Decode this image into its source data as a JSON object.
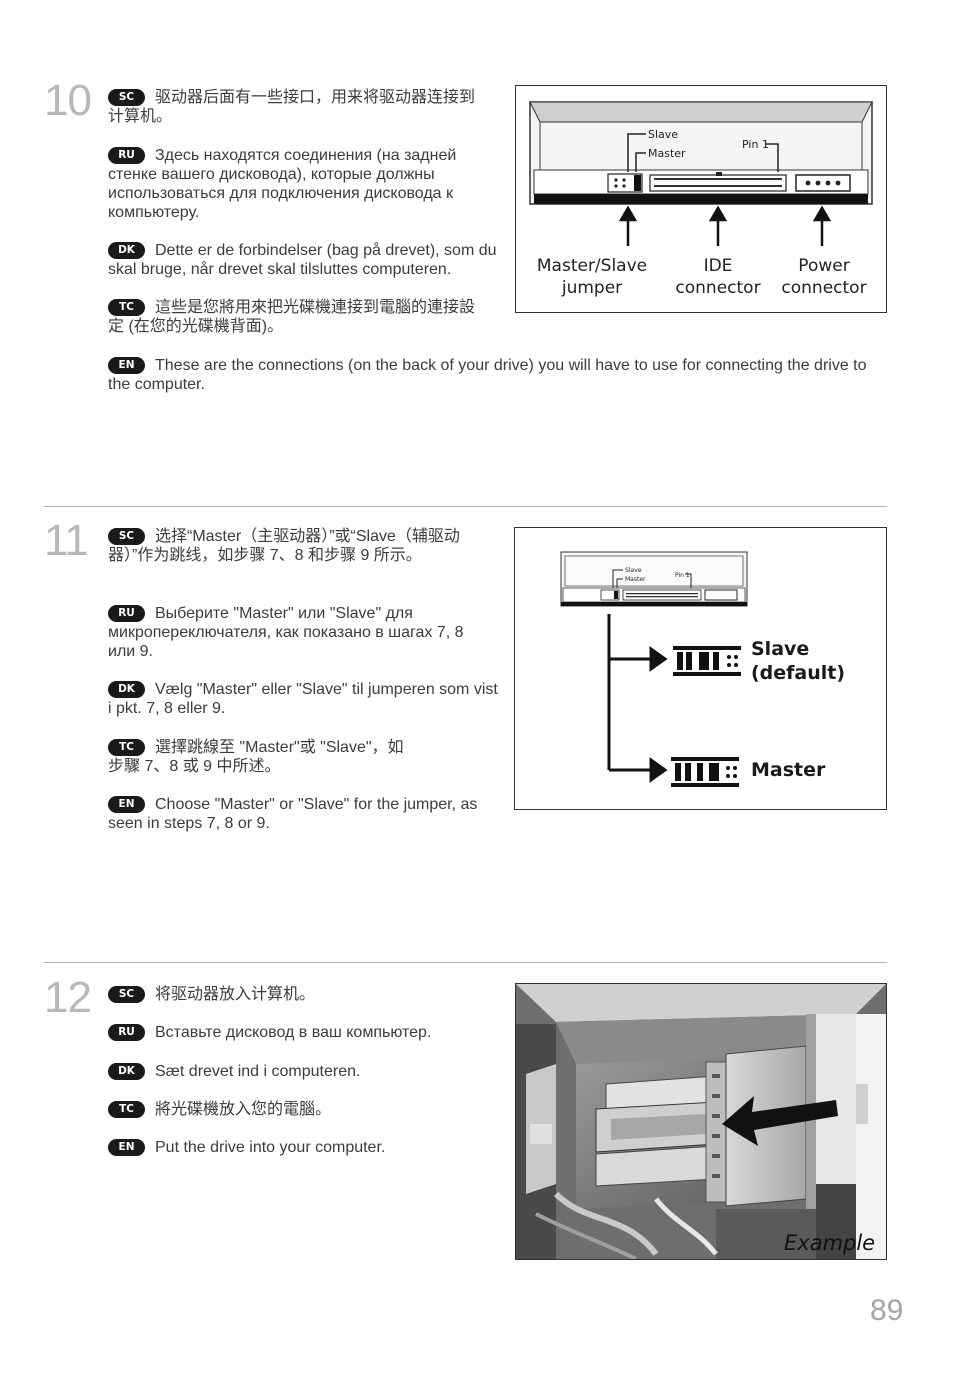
{
  "steps": [
    {
      "number": "10",
      "paras": [
        {
          "badge": "SC",
          "text": "驱动器后面有一些接口，用来将驱动器连接到计算机。"
        },
        {
          "badge": "RU",
          "text": "Здесь находятся соединения (на задней стенке вашего дисковода), которые должны использоваться для подключения дисковода к компьютеру."
        },
        {
          "badge": "DK",
          "text": "Dette er de forbindelser (bag på drevet), som du skal bruge, når drevet skal tilsluttes computeren."
        },
        {
          "badge": "TC",
          "text": "這些是您將用來把光碟機連接到電腦的連接設定 (在您的光碟機背面)。"
        },
        {
          "badge": "EN",
          "text": "These are the connections (on the back of your drive) you will have to use for connecting the drive to the computer."
        }
      ],
      "figure": {
        "slave": "Slave",
        "master": "Master",
        "pin1": "Pin 1",
        "label1a": "Master/Slave",
        "label1b": "jumper",
        "label2a": "IDE",
        "label2b": "connector",
        "label3a": "Power",
        "label3b": "connector"
      }
    },
    {
      "number": "11",
      "paras": [
        {
          "badge": "SC",
          "text": "选择“Master（主驱动器）”或“Slave（辅驱动器）”作为跳线，如步骤 7、8 和步骤 9 所示。"
        },
        {
          "badge": "RU",
          "text": "Выберите \"Master\" или \"Slave\" для микропереключателя, как показано в шагах 7, 8 или 9."
        },
        {
          "badge": "DK",
          "text": "Vælg \"Master\" eller \"Slave\" til jumperen som vist i pkt. 7, 8 eller 9."
        },
        {
          "badge": "TC",
          "text": "選擇跳線至 \"Master\"或 \"Slave\"，如步驟 7、8 或 9 中所述。"
        },
        {
          "badge": "EN",
          "text": "Choose \"Master\" or \"Slave\" for the jumper, as seen in steps 7, 8 or 9."
        }
      ],
      "figure": {
        "slave_a": "Slave",
        "slave_b": "(default)",
        "master": "Master",
        "mini_slave": "Slave",
        "mini_master": "Master",
        "mini_pin": "Pin 1"
      }
    },
    {
      "number": "12",
      "paras": [
        {
          "badge": "SC",
          "text": "将驱动器放入计算机。"
        },
        {
          "badge": "RU",
          "text": "Вставьте дисковод в ваш компьютер."
        },
        {
          "badge": "DK",
          "text": "Sæt drevet ind i computeren."
        },
        {
          "badge": "TC",
          "text": "將光碟機放入您的電腦。"
        },
        {
          "badge": "EN",
          "text": "Put the drive into your computer."
        }
      ],
      "figure": {
        "caption": "Example"
      }
    }
  ],
  "page_number": "89"
}
